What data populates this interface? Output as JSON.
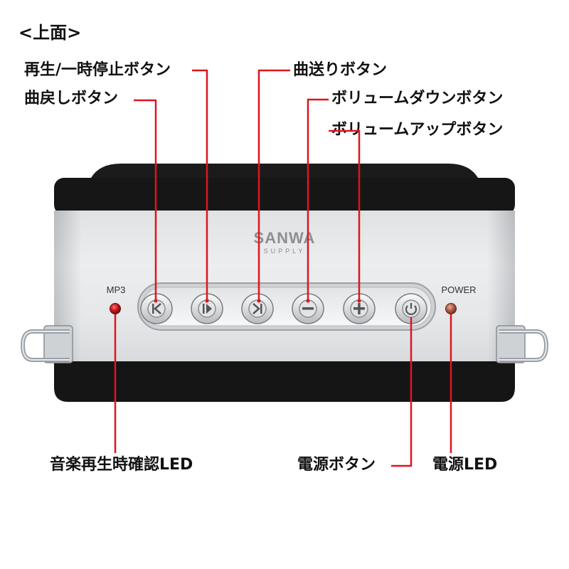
{
  "title": "<上面>",
  "labels": {
    "play_pause": "再生/一時停止ボタン",
    "prev_track": "曲戻しボタン",
    "next_track": "曲送りボタン",
    "vol_down": "ボリュームダウンボタン",
    "vol_up": "ボリュームアップボタン",
    "mp3_led": "音楽再生時確認LED",
    "power_button": "電源ボタン",
    "power_led": "電源LED"
  },
  "device": {
    "brand": "SANWA",
    "brand_sub": "SUPPLY",
    "mp3_text": "MP3",
    "power_text": "POWER"
  },
  "colors": {
    "leader_line": "#e0141e",
    "mp3_led": "#c0181c",
    "power_led": "#b35a45"
  },
  "icons": [
    "prev-track-icon",
    "play-pause-icon",
    "next-track-icon",
    "minus-icon",
    "plus-icon",
    "power-icon"
  ]
}
